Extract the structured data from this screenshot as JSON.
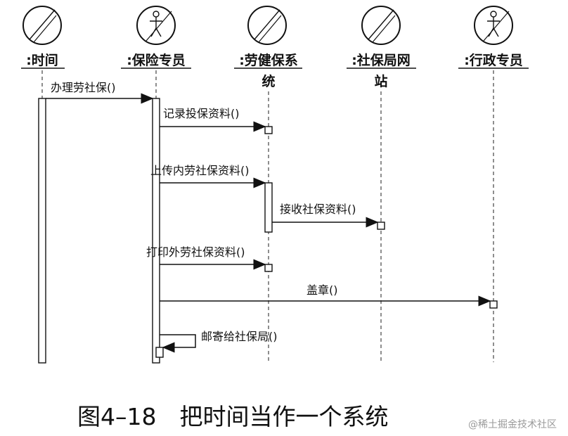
{
  "objects": {
    "time": ":时间",
    "officer": ":保险专员",
    "lab_line1": ":劳健保系",
    "lab_line2": "统",
    "ss_line1": ":社保局网",
    "ss_line2": "站",
    "admin": ":行政专员"
  },
  "messages": {
    "m1": "办理劳社保()",
    "m2": "记录投保资料()",
    "m3": "上传内劳社保资料()",
    "m4": "接收社保资料()",
    "m5": "打印外劳社保资料()",
    "m6": "盖章()",
    "m7": "邮寄给社保局()"
  },
  "caption": "图4–18　把时间当作一个系统",
  "watermark": "@稀土掘金技术社区"
}
